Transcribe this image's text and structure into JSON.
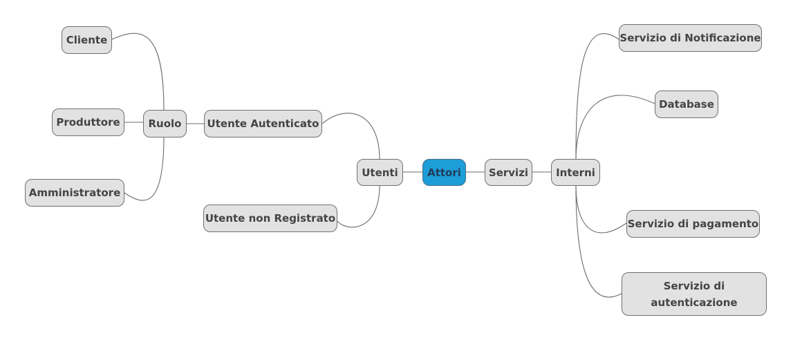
{
  "mindmap": {
    "root": {
      "label": "Attori",
      "color": "#1e9ed8"
    },
    "left": {
      "utenti": {
        "label": "Utenti"
      },
      "utente_autenticato": {
        "label": "Utente Autenticato"
      },
      "utente_non_registrato": {
        "label": "Utente non Registrato"
      },
      "ruolo": {
        "label": "Ruolo"
      },
      "cliente": {
        "label": "Cliente"
      },
      "produttore": {
        "label": "Produttore"
      },
      "amministratore": {
        "label": "Amministratore"
      }
    },
    "right": {
      "servizi": {
        "label": "Servizi"
      },
      "interni": {
        "label": "Interni"
      },
      "servizio_notificazione": {
        "label": "Servizio di Notificazione"
      },
      "database": {
        "label": "Database"
      },
      "servizio_pagamento": {
        "label": "Servizio di pagamento"
      },
      "servizio_autenticazione": {
        "label": "Servizio di autenticazione"
      }
    },
    "node_color": "#e2e2e2"
  }
}
